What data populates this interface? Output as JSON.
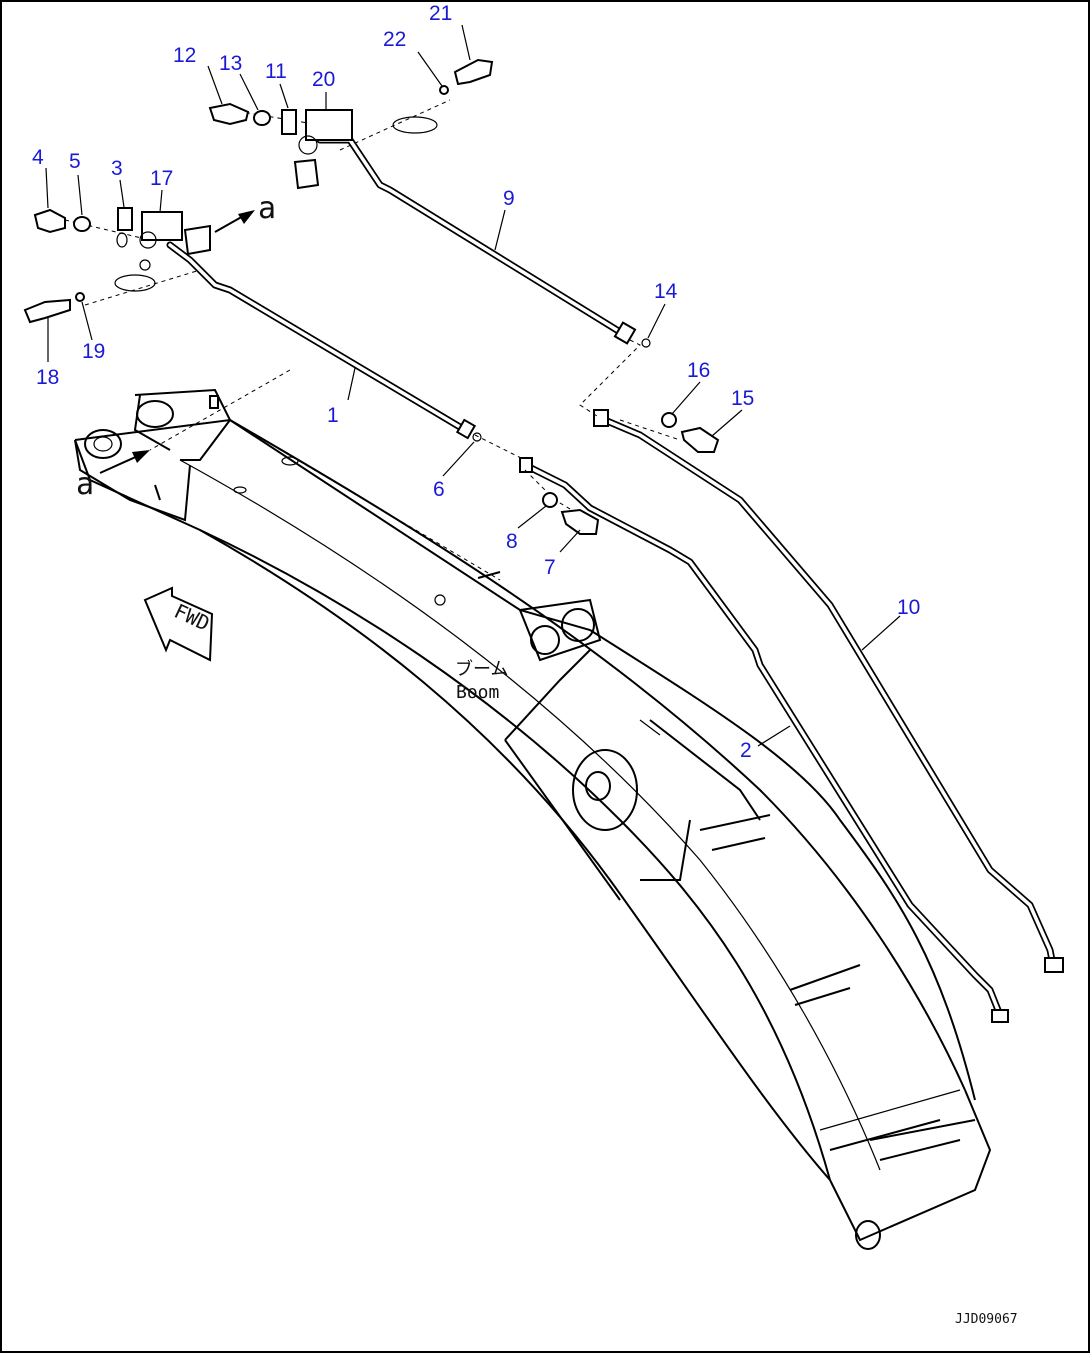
{
  "callouts": {
    "c1": "1",
    "c2": "2",
    "c3": "3",
    "c4": "4",
    "c5": "5",
    "c6": "6",
    "c7": "7",
    "c8": "8",
    "c9": "9",
    "c10": "10",
    "c11": "11",
    "c12": "12",
    "c13": "13",
    "c14": "14",
    "c15": "15",
    "c16": "16",
    "c17": "17",
    "c18": "18",
    "c19": "19",
    "c20": "20",
    "c21": "21",
    "c22": "22"
  },
  "labels": {
    "view_a_top": "a",
    "view_a_left": "a",
    "fwd": "FWD",
    "boom_jp": "ブーム",
    "boom_en": "Boom",
    "drawing_code": "JJD09067"
  },
  "colors": {
    "callout": "#1a1ad6",
    "line": "#000000",
    "background": "#ffffff"
  }
}
